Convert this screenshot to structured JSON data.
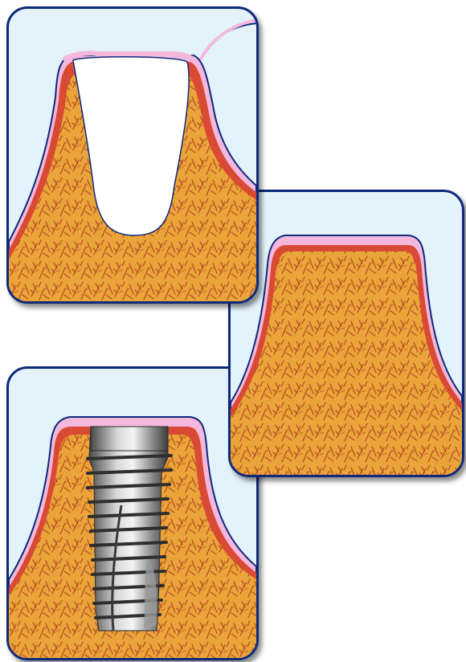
{
  "figure": {
    "stages": [
      {
        "id": "extraction-socket"
      },
      {
        "id": "healed-ridge"
      },
      {
        "id": "implant-placed"
      }
    ]
  },
  "colors": {
    "panel_border": "#0d2a7a",
    "panel_background": "#e3f2fb",
    "gum": "#f4b8dc",
    "bone": "#eaa53a",
    "bone_texture": "#b0401f",
    "bone_edge": "#d94a35",
    "socket": "#ffffff",
    "implant_metal": "#8a8a8a"
  },
  "icons": {
    "implant": "dental-implant-screw-icon"
  }
}
